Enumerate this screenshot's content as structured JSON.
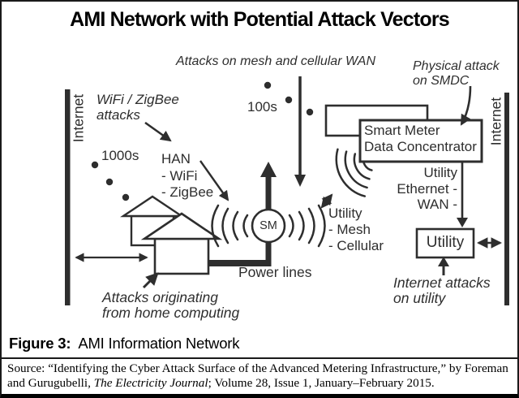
{
  "title": "AMI Network with Potential Attack Vectors",
  "diagram": {
    "internet_left_label": "Internet",
    "internet_right_label": "Internet",
    "attacks_wan_label": "Attacks on mesh and cellular WAN",
    "physical_attack_label": "Physical attack\non SMDC",
    "count_100s": "100s",
    "count_1000s": "1000s",
    "wifi_zigbee_label": "WiFi / ZigBee\nattacks",
    "han_label": "HAN\n- WiFi\n- ZigBee",
    "smdc_label": "Smart Meter\nData Concentrator",
    "utility_ethernet_label": "Utility\nEthernet -\nWAN -",
    "utility_box_label": "Utility",
    "utility_mesh_label": "Utility\n- Mesh\n- Cellular",
    "internet_attacks_label": "Internet attacks\non utility",
    "power_lines_label": "Power lines",
    "sm_label": "SM",
    "home_attacks_label": "Attacks originating\nfrom home computing"
  },
  "caption": {
    "figure_label": "Figure 3:",
    "figure_title": "AMI Information Network"
  },
  "source": {
    "prefix": "Source: “Identifying the Cyber Attack Surface of the Advanced Metering Infrastructure,” by Foreman and Gurugubelli, ",
    "journal": "The Electricity Journal",
    "suffix": "; Volume 28, Issue 1, January–February 2015."
  },
  "colors": {
    "ink": "#2e2e2e",
    "background": "#ffffff",
    "border": "#000000"
  }
}
